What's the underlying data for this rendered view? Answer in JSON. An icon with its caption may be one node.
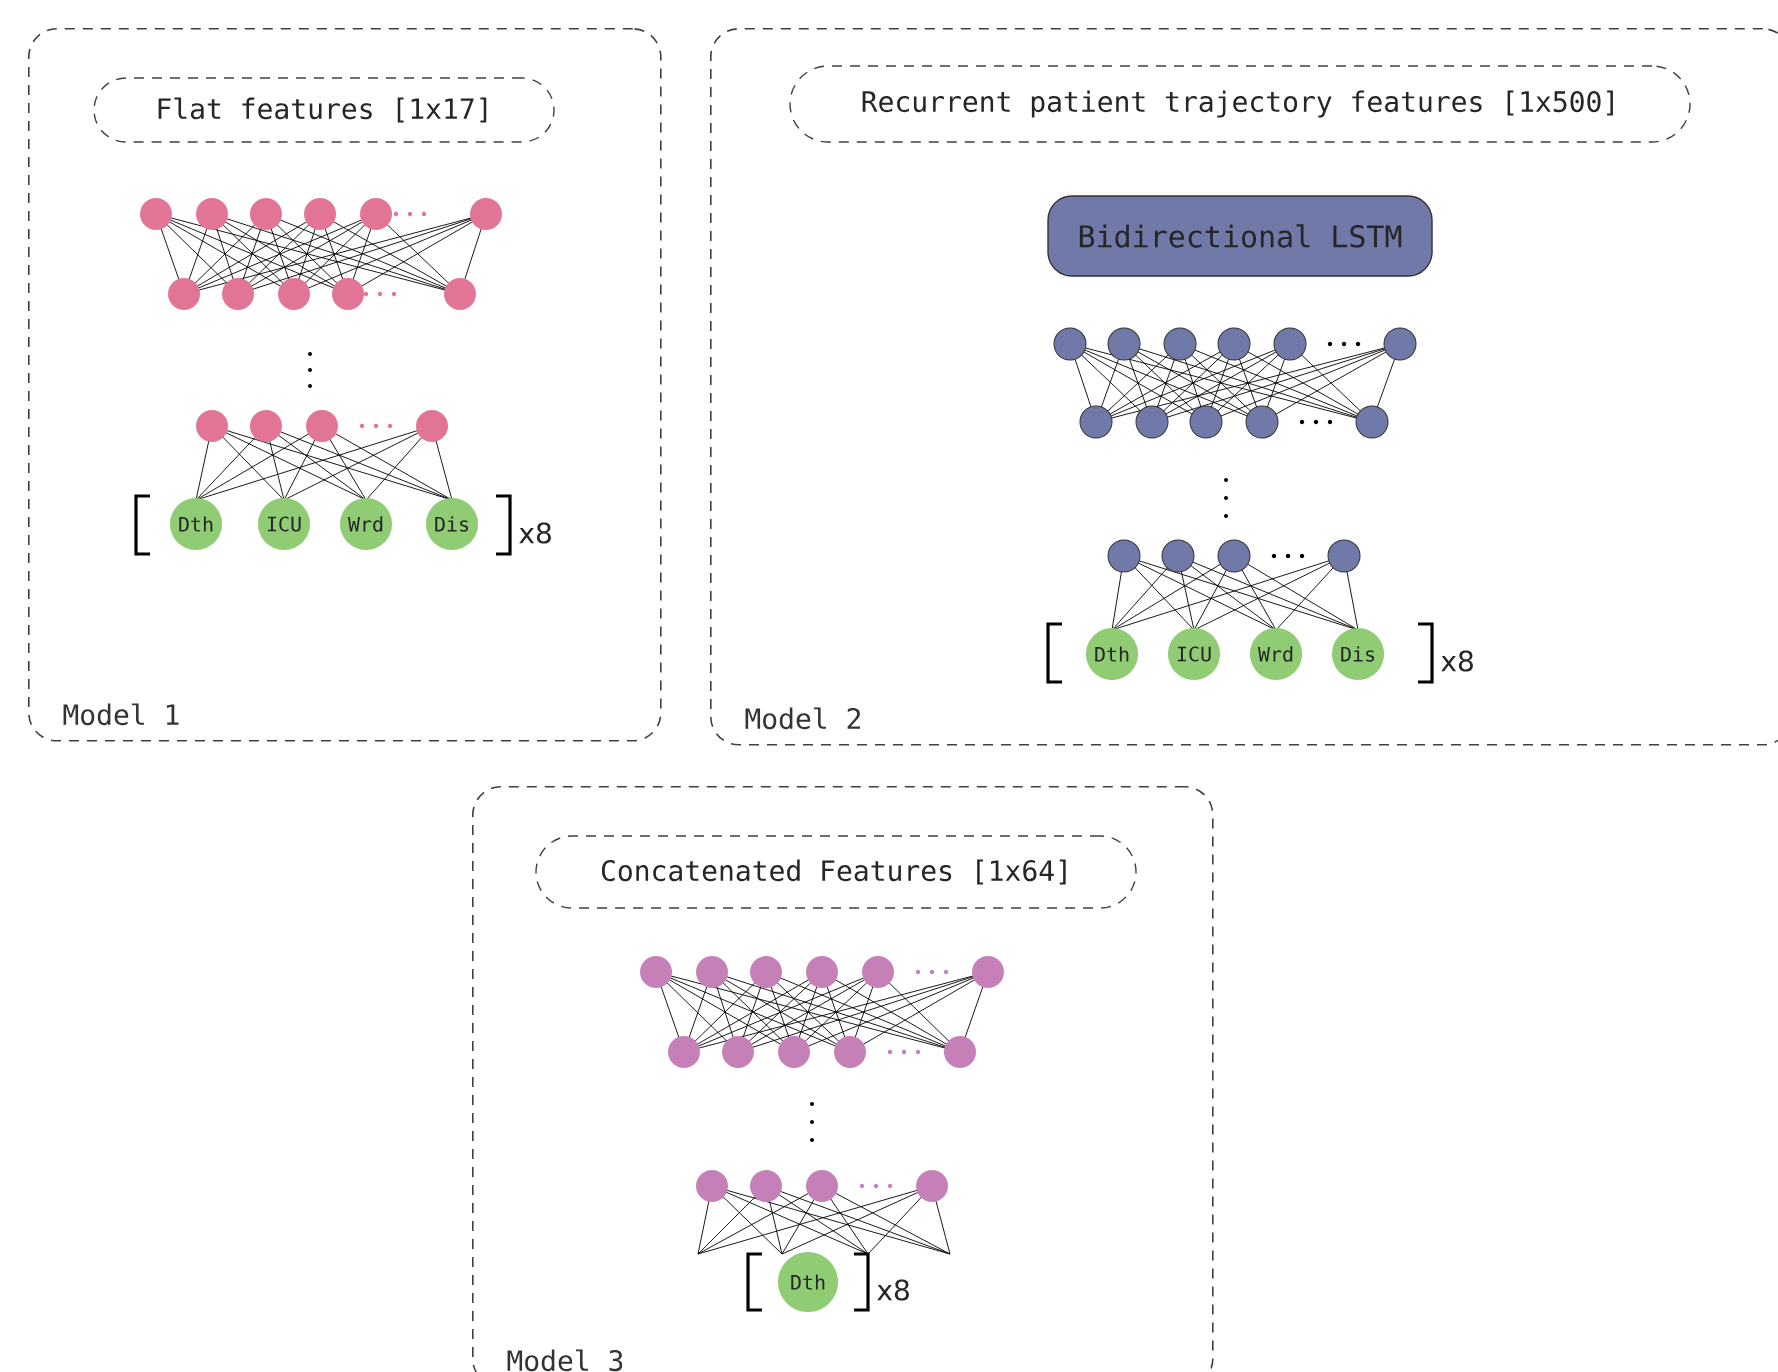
{
  "diagram": {
    "nodes": [
      {
        "text": [
          "Model 1"
        ]
      },
      {
        "text": [
          "Flat features [1x17]"
        ],
        "in": 0
      },
      {
        "text": [
          "Dth"
        ],
        "in": 0
      },
      {
        "text": [
          "ICU"
        ],
        "in": 0
      },
      {
        "text": [
          "Wrd"
        ],
        "in": 0
      },
      {
        "text": [
          "Dis"
        ],
        "in": 0
      },
      {
        "text": [
          "Model 2"
        ]
      },
      {
        "text": [
          "Recurrent patient trajectory features [1x500]"
        ],
        "in": 6
      },
      {
        "text": [
          "Bidirectional LSTM"
        ],
        "in": 6
      },
      {
        "text": [
          "Dth"
        ],
        "in": 6
      },
      {
        "text": [
          "ICU"
        ],
        "in": 6
      },
      {
        "text": [
          "Wrd"
        ],
        "in": 6
      },
      {
        "text": [
          "Dis"
        ],
        "in": 6
      },
      {
        "text": [
          "Model 3"
        ]
      },
      {
        "text": [
          "Concatenated Features [1x64]"
        ],
        "in": 13
      },
      {
        "text": [
          "Dth"
        ],
        "in": 13
      }
    ],
    "labels": [
      "x8",
      "x8",
      "x8"
    ]
  }
}
